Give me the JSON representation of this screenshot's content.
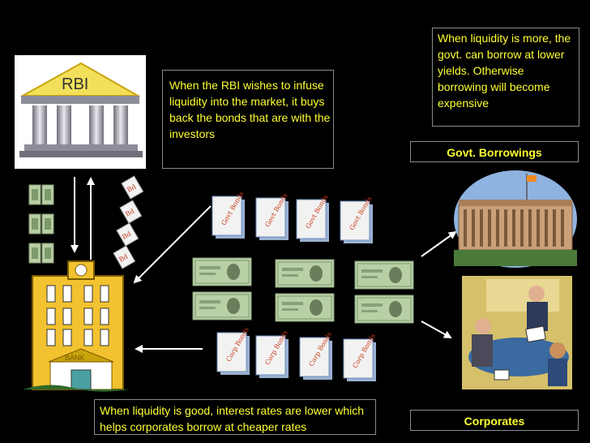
{
  "rbi": {
    "label": "RBI"
  },
  "bank": {
    "label": "BANK"
  },
  "notes": {
    "rbi_infuse": "When the RBI wishes to infuse liquidity into the market, it buys back the bonds that are with the investors",
    "govt_liquidity": "When liquidity is more, the govt. can borrow at lower yields. Otherwise borrowing will become expensive",
    "corporate_liquidity": "When liquidity is good, interest rates are lower which helps corporates borrow at cheaper rates"
  },
  "labels": {
    "govt_borrowings": "Govt. Borrowings",
    "corporates": "Corporates"
  },
  "bonds": {
    "govt": "Govt Bonds",
    "corp": "Corp Bonds",
    "small": "Bd"
  },
  "colors": {
    "background": "#000000",
    "text": "#ffff33",
    "border": "#8a8a8a",
    "banknote": "#b9cfa6",
    "bond_paper": "#f2f2f2",
    "bond_text": "#cc3b1a",
    "bank_wall": "#f2c230"
  }
}
